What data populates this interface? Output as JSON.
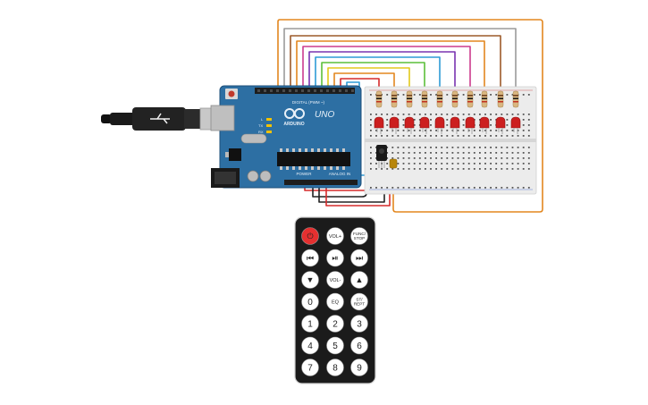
{
  "colors": {
    "board": "#2d6fa3",
    "board_dark": "#1d4f7a",
    "breadboard": "#e9e9e9",
    "led": "#cc1f1f",
    "remote_body": "#1b1b1b",
    "power_key": "#e53030",
    "wire_orange": "#e3871f",
    "wire_gray": "#9a9a9a",
    "wire_brown": "#9c5a2a",
    "wire_pink": "#cc3b8e",
    "wire_purple": "#7a33b0",
    "wire_blue": "#2e9bd6",
    "wire_green": "#5cbf3a",
    "wire_yellow": "#e2c91c",
    "wire_red": "#d62b2b",
    "wire_black": "#222222"
  },
  "arduino": {
    "logo": "ARDUINO",
    "model": "UNO",
    "digital_label": "DIGITAL (PWM ~)",
    "power_label": "POWER",
    "analog_label": "ANALOG IN",
    "tx_label": "TX",
    "rx_label": "RX",
    "l_label": "L"
  },
  "remote": {
    "keys": [
      {
        "label": "⏻",
        "name": "power-key"
      },
      {
        "label": "VOL+",
        "name": "vol-up-key"
      },
      {
        "label": "FUNC/ STOP",
        "name": "func-stop-key"
      },
      {
        "label": "⏮",
        "name": "prev-key"
      },
      {
        "label": "⏯",
        "name": "play-pause-key"
      },
      {
        "label": "⏭",
        "name": "next-key"
      },
      {
        "label": "▼",
        "name": "down-key"
      },
      {
        "label": "VOL-",
        "name": "vol-down-key"
      },
      {
        "label": "▲",
        "name": "up-key"
      },
      {
        "label": "0",
        "name": "key-0"
      },
      {
        "label": "EQ",
        "name": "eq-key"
      },
      {
        "label": "ST/ REPT",
        "name": "st-rept-key"
      },
      {
        "label": "1",
        "name": "key-1"
      },
      {
        "label": "2",
        "name": "key-2"
      },
      {
        "label": "3",
        "name": "key-3"
      },
      {
        "label": "4",
        "name": "key-4"
      },
      {
        "label": "5",
        "name": "key-5"
      },
      {
        "label": "6",
        "name": "key-6"
      },
      {
        "label": "7",
        "name": "key-7"
      },
      {
        "label": "8",
        "name": "key-8"
      },
      {
        "label": "9",
        "name": "key-9"
      }
    ]
  }
}
